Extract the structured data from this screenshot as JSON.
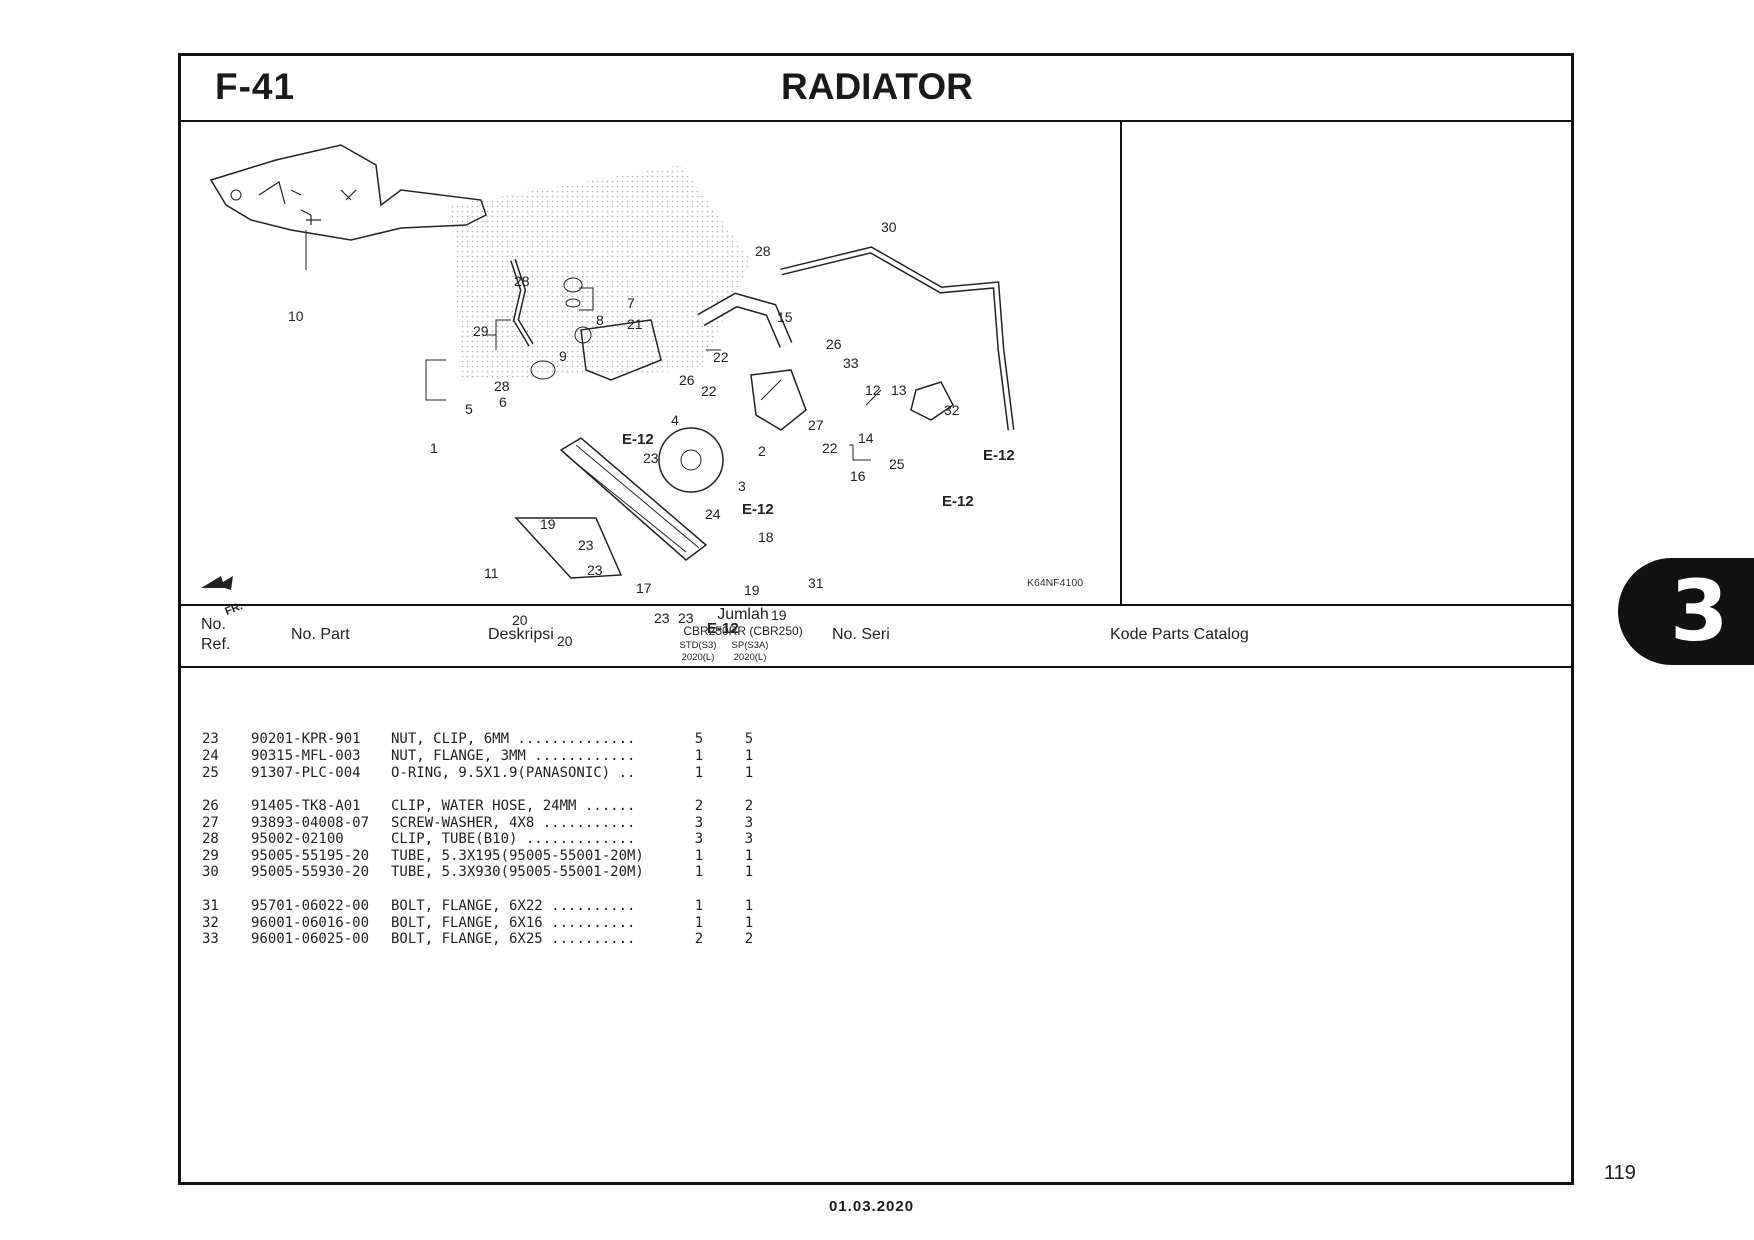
{
  "header": {
    "figure_code": "F-41",
    "title": "RADIATOR"
  },
  "illustration": {
    "code": "K64NF4100",
    "front_marker": "FR.",
    "callouts": [
      "1",
      "2",
      "3",
      "4",
      "5",
      "6",
      "7",
      "8",
      "9",
      "10",
      "11",
      "12",
      "13",
      "14",
      "15",
      "16",
      "17",
      "18",
      "19",
      "20",
      "21",
      "22",
      "23",
      "24",
      "25",
      "26",
      "27",
      "28",
      "29",
      "30",
      "31",
      "32",
      "33"
    ],
    "section_ref": "E-12"
  },
  "table_header": {
    "ref_line1": "No.",
    "ref_line2": "Ref.",
    "part": "No. Part",
    "desc": "Deskripsi",
    "qty_title": "Jumlah",
    "qty_model": "CBR250RR (CBR250)",
    "qty_col1_line1": "STD(S3)",
    "qty_col1_line2": "2020(L)",
    "qty_col2_line1": "SP(S3A)",
    "qty_col2_line2": "2020(L)",
    "serial": "No. Seri",
    "catalog": "Kode Parts Catalog"
  },
  "rows": [
    {
      "ref": "23",
      "part": "90201-KPR-901",
      "desc": "NUT, CLIP, 6MM ..............",
      "q1": "5",
      "q2": "5"
    },
    {
      "ref": "24",
      "part": "90315-MFL-003",
      "desc": "NUT, FLANGE, 3MM ............",
      "q1": "1",
      "q2": "1"
    },
    {
      "ref": "25",
      "part": "91307-PLC-004",
      "desc": "O-RING, 9.5X1.9(PANASONIC) ..",
      "q1": "1",
      "q2": "1"
    },
    {
      "ref": "26",
      "part": "91405-TK8-A01",
      "desc": "CLIP, WATER HOSE, 24MM ......",
      "q1": "2",
      "q2": "2"
    },
    {
      "ref": "27",
      "part": "93893-04008-07",
      "desc": "SCREW-WASHER, 4X8 ...........",
      "q1": "3",
      "q2": "3"
    },
    {
      "ref": "28",
      "part": "95002-02100",
      "desc": "CLIP, TUBE(B10) .............",
      "q1": "3",
      "q2": "3"
    },
    {
      "ref": "29",
      "part": "95005-55195-20",
      "desc": "TUBE, 5.3X195(95005-55001-20M)",
      "q1": "1",
      "q2": "1"
    },
    {
      "ref": "30",
      "part": "95005-55930-20",
      "desc": "TUBE, 5.3X930(95005-55001-20M)",
      "q1": "1",
      "q2": "1"
    },
    {
      "ref": "31",
      "part": "95701-06022-00",
      "desc": "BOLT, FLANGE, 6X22 ..........",
      "q1": "1",
      "q2": "1"
    },
    {
      "ref": "32",
      "part": "96001-06016-00",
      "desc": "BOLT, FLANGE, 6X16 ..........",
      "q1": "1",
      "q2": "1"
    },
    {
      "ref": "33",
      "part": "96001-06025-00",
      "desc": "BOLT, FLANGE, 6X25 ..........",
      "q1": "2",
      "q2": "2"
    }
  ],
  "chapter_tab": "3",
  "page_number": "119",
  "date": "01.03.2020"
}
